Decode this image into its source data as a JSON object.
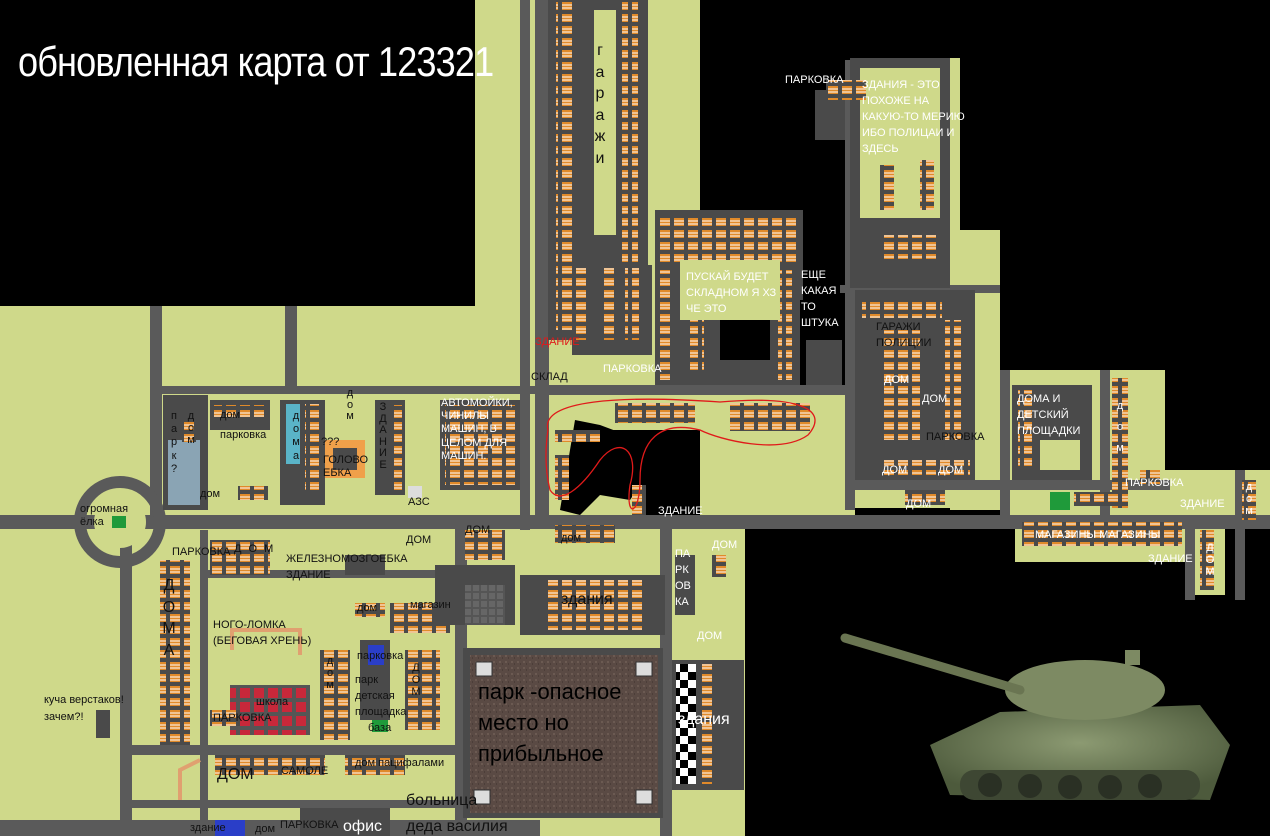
{
  "title": "обновленная карта от 123321",
  "colors": {
    "background": "#000000",
    "grass": "#cfd98a",
    "road": "#5a5a5a",
    "building": "#4a4a4a",
    "crate": "#e08a2a",
    "annotation_red": "#e01a1a",
    "water": "#8aa4b4",
    "park_floor": "#5a4a44"
  },
  "labels": {
    "garages": "г а р а ж и",
    "building_red": "ЗДАНИЕ",
    "warehouse": "СКЛАД",
    "parking_top": "ПАРКОВКА",
    "storage": "ПУСКАЙ БУДЕТ СКЛАДНОМ Я ХЗ ЧЕ ЭТО",
    "some_thing": "ЕЩЕ КАКАЯ ТО ШТУКА",
    "parking_ne": "ПАРКОВКА",
    "city_hall": "ЗДАНИЯ - ЭТО ПОХОЖЕ НА КАКУЮ-ТО МЕРИЮ ИБО ПОЛИЦАИ И ЗДЕСЬ",
    "police_garages": "ГАРАЖИ ПОЛИЦИИ",
    "house_p1": "ДОМ",
    "house_p2": "ДОМ",
    "parking_police": "ПАРКОВКА",
    "house_p3": "ДОМ",
    "house_p4": "ДОМ",
    "house_p5": "ДОМ",
    "houses_playground": "ДОМА И ДЕТСКИЙ ПЛОЩАДКИ",
    "house_vert_e": "д о м",
    "parking_e": "ПАРКОВКА",
    "building_e": "ЗДАНИЕ",
    "house_far_e": "д о м",
    "shops": "МАГАЗИНЫ  МАГАЗИНЫ",
    "building_se": "ЗДАНИЕ",
    "house_vert_se": "Д О М",
    "building_mid": "ЗДАНИЕ",
    "car_wash": "АВТОМОЙКИ, ЧИНИЛЫ МАШИН, В ЦЕЛОМ ДЛЯ МАШИН.",
    "park_vert": "п а р к ?",
    "house_w1": "дом",
    "parking_w": "парковка",
    "house_w2": "дом",
    "house_vert_w": "д о м",
    "house_vert_w2": "д о м а",
    "question": "???",
    "golovoebka": "ГОЛОВО ЕБКА",
    "building_vert": "З Д А Н И Е",
    "gas": "АЗС",
    "big_tree": "огромная ёлка",
    "parking_sw": "ПАРКОВКА",
    "house_sw": "Д О М",
    "railway": "ЖЕЛЕЗНОМОЗГОЕБКА",
    "building_sw": "ЗДАНИЕ",
    "house_c1": "ДОМ",
    "house_c2": "ДОМ",
    "house_c3": "дом",
    "buildings_c": "здания",
    "house_vert_sw": "Д О М А",
    "leg_breaker": "НОГО-ЛОМКА (БЕГОВАЯ ХРЕНЬ)",
    "house_c4": "дом",
    "shop": "магазин",
    "parking_c": "парковка",
    "park_playground": "парк детская площадка",
    "base": "база",
    "house_vert_c": "д о м",
    "house_vert_c2": "Д О М",
    "workbenches": "куча верстаков! зачем?!",
    "school": "школа",
    "parking_school": "ПАРКОВКА",
    "park_big": "парк -опасное место но прибыльное",
    "buildings_right": "здания",
    "parking_vert": "ПА РК ОВ КА",
    "house_r1": "ДОМ",
    "house_r2": "ДОМ",
    "house_bottom": "ДОМ",
    "samole": "САМОЛЕ",
    "house_pacifals": "дом пацифалами",
    "hospital": "больница",
    "office": "офис",
    "grandpa": "деда василия",
    "building_bottom": "здание",
    "house_bottom2": "дом",
    "parking_bottom": "ПАРКОВКА"
  }
}
